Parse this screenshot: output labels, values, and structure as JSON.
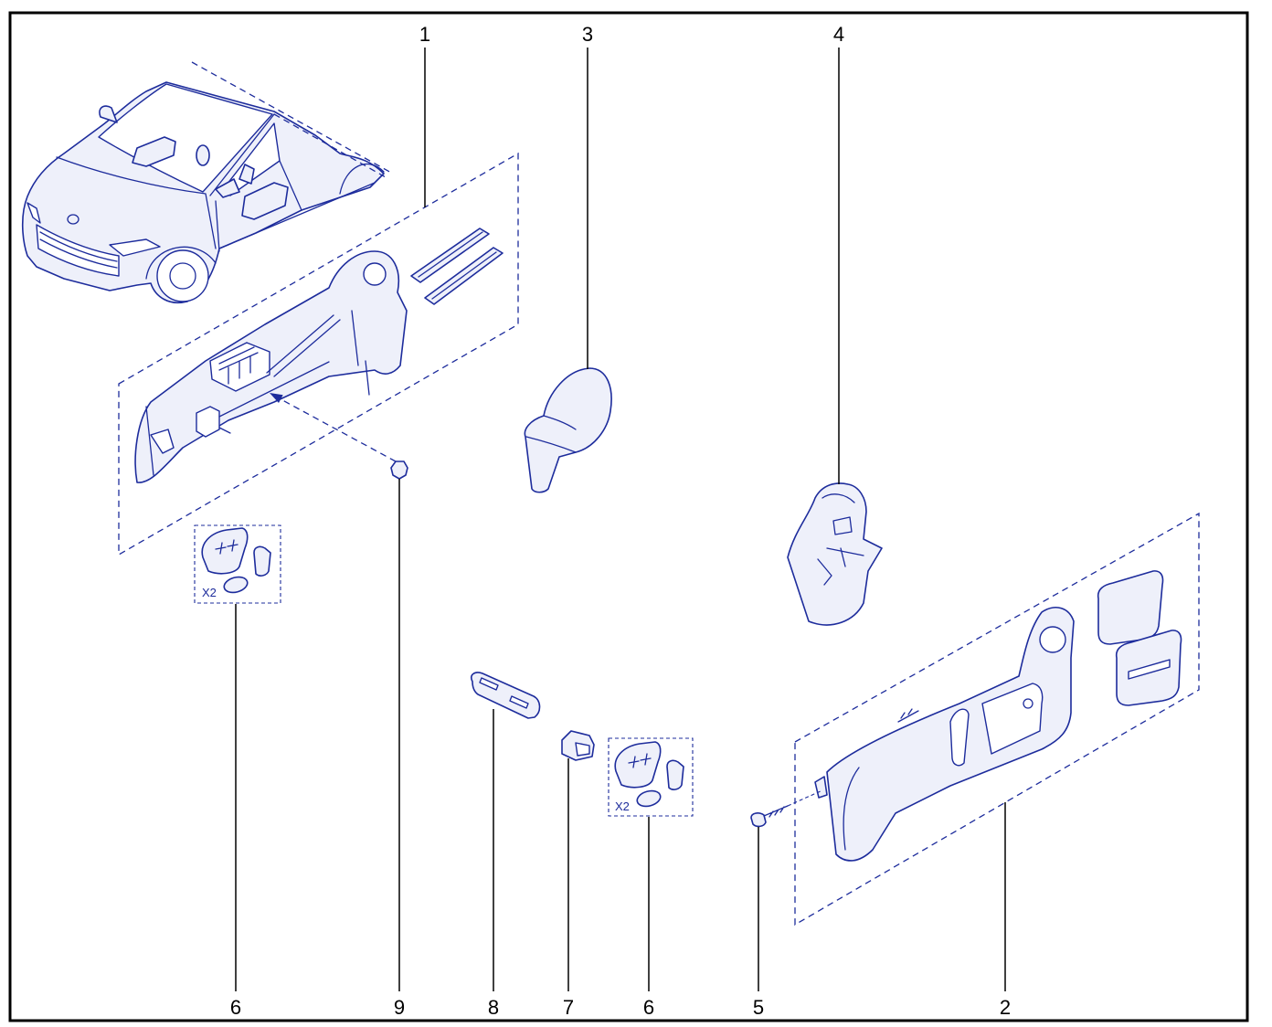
{
  "diagram": {
    "callouts_top": {
      "part_1": "1",
      "part_3": "3",
      "part_4": "4"
    },
    "callouts_bottom": {
      "part_6_left": "6",
      "part_9": "9",
      "part_8": "8",
      "part_7": "7",
      "part_6_right": "6",
      "part_5": "5",
      "part_2": "2"
    },
    "quantity_labels": {
      "left_button_set": "X2",
      "right_button_set": "X2"
    }
  },
  "colors": {
    "line": "#1d2c9c",
    "fill": "#eef0fa",
    "frame": "#000000",
    "background": "#ffffff"
  }
}
